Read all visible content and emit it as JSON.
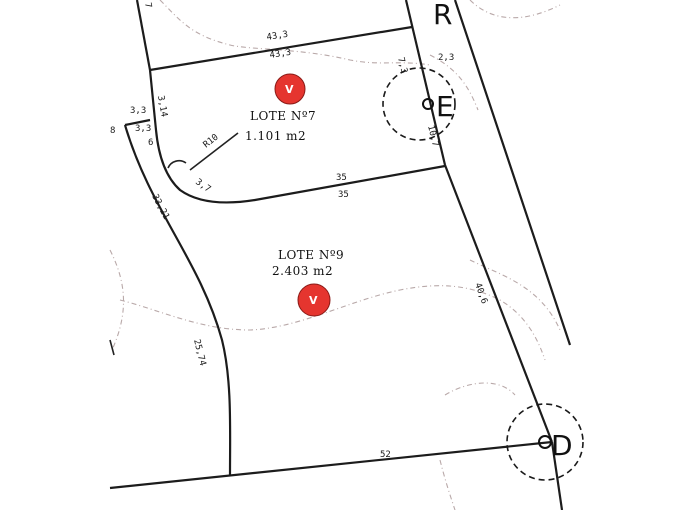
{
  "lots": [
    {
      "name": "LOTE Nº7",
      "area": "1.101 m2"
    },
    {
      "name": "LOTE Nº9",
      "area": "2.403 m2"
    }
  ],
  "markers": {
    "v_symbol": "V",
    "color": "#e5352f"
  },
  "vertex_labels": {
    "E": "E",
    "D": "D",
    "R": "R"
  },
  "dimensions": {
    "d_43_3_a": "43,3",
    "d_43_3_b": "43,3",
    "d_2_3": "2,3",
    "d_7_3": "7,3",
    "d_10_7": "10,7",
    "d_3_3_a": "3,3",
    "d_3_3_b": "3,3",
    "d_3_14": "3,14",
    "d_r10": "R10",
    "d_3_7": "3,7",
    "d_35_a": "35",
    "d_35_b": "35",
    "d_33_21": "33,21",
    "d_40_6": "40,6",
    "d_25_74": "25,74",
    "d_52": "52",
    "d_7": "7",
    "d_8": "8",
    "d_6": "6"
  }
}
